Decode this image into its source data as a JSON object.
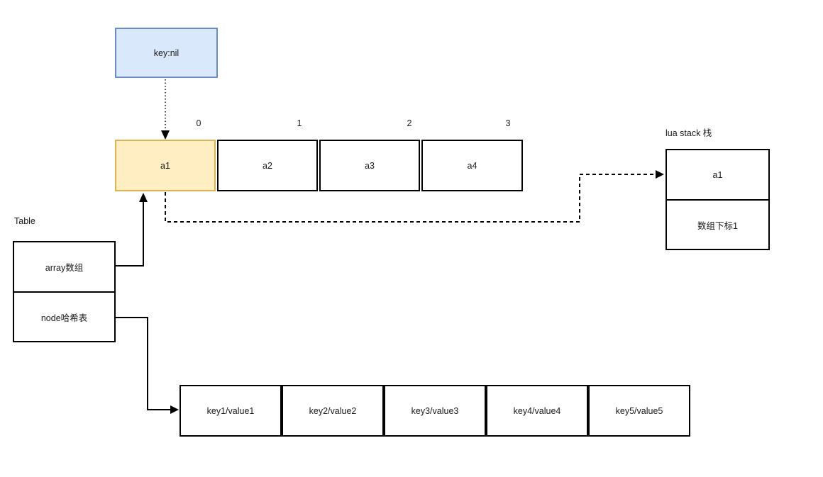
{
  "diagram": {
    "key_nil_box": {
      "label": "key:nil"
    },
    "array": {
      "indices": [
        "0",
        "1",
        "2",
        "3"
      ],
      "cells": [
        {
          "label": "a1"
        },
        {
          "label": "a2"
        },
        {
          "label": "a3"
        },
        {
          "label": "a4"
        }
      ]
    },
    "lua_stack": {
      "title": "lua stack 栈",
      "cells": [
        {
          "label": "a1"
        },
        {
          "label": "数组下标1"
        }
      ]
    },
    "table": {
      "title": "Table",
      "cells": [
        {
          "label": "array数组"
        },
        {
          "label": "node哈希表"
        }
      ]
    },
    "hash_row": {
      "cells": [
        {
          "label": "key1/value1"
        },
        {
          "label": "key2/value2"
        },
        {
          "label": "key3/value3"
        },
        {
          "label": "key4/value4"
        },
        {
          "label": "key5/value5"
        }
      ]
    },
    "colors": {
      "key_nil_fill": "#dae8fc",
      "key_nil_border": "#6c8ebf",
      "highlight_fill": "#ffeec2",
      "highlight_border": "#d6b656",
      "box_border": "#000000",
      "text": "#1a1a1a",
      "background": "#ffffff"
    }
  }
}
